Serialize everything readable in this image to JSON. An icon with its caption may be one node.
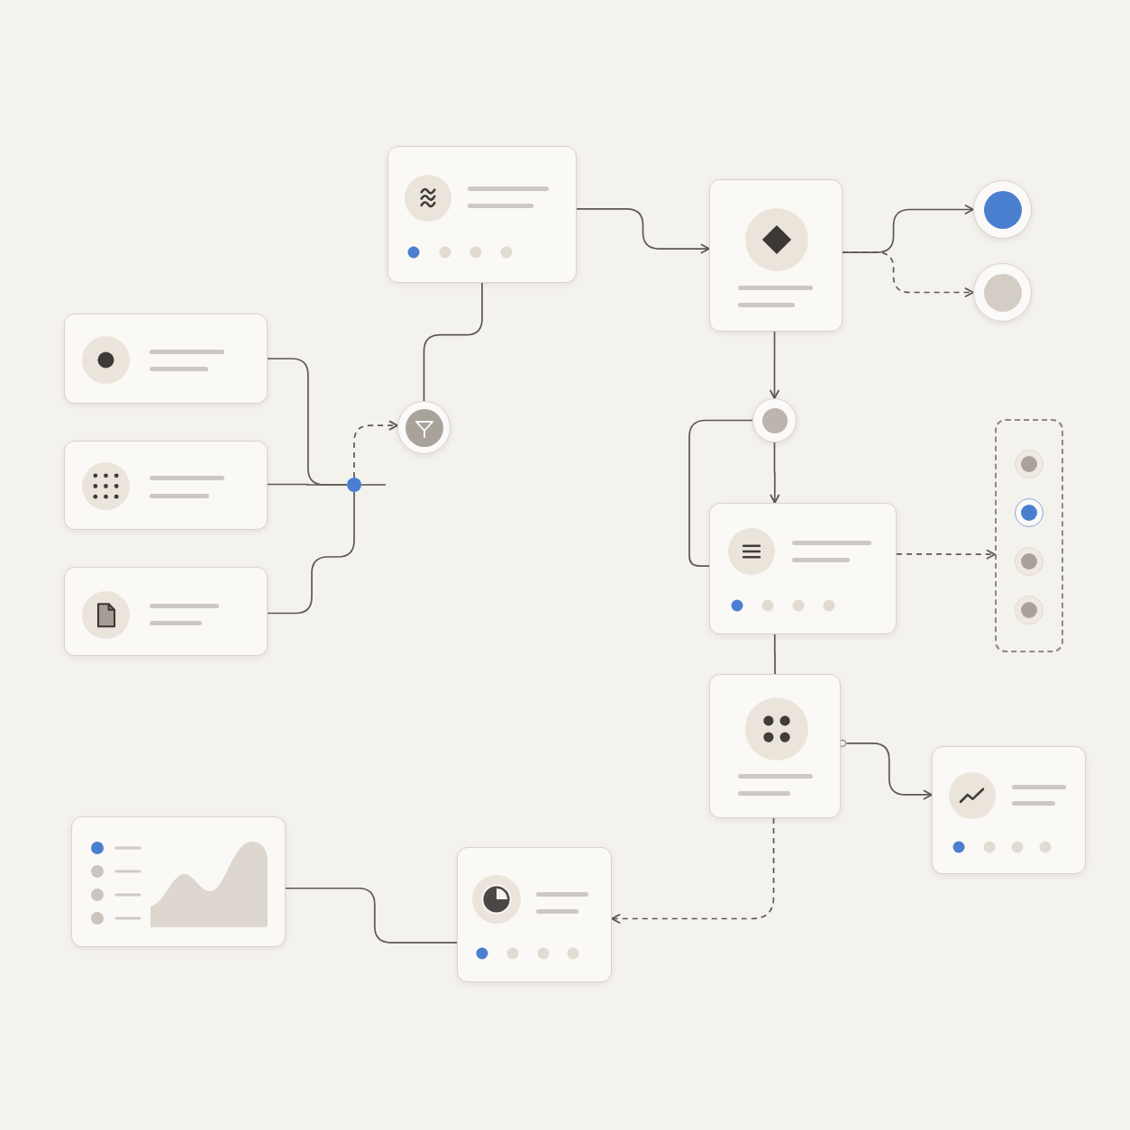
{
  "diagram": {
    "nodes": [
      {
        "text": [],
        "shape": "box"
      },
      {
        "text": [],
        "shape": "box"
      },
      {
        "text": [],
        "shape": "circle"
      },
      {
        "text": [],
        "shape": "circle"
      },
      {
        "text": [],
        "shape": "box"
      },
      {
        "text": [],
        "shape": "box"
      },
      {
        "text": [],
        "shape": "box"
      },
      {
        "text": [],
        "shape": "circle"
      },
      {
        "text": [],
        "shape": "circle"
      },
      {
        "text": [],
        "shape": "circle"
      },
      {
        "text": [],
        "shape": "box"
      },
      {
        "text": [],
        "shape": "box"
      },
      {
        "text": [],
        "shape": "circle",
        "in": 11
      },
      {
        "text": [],
        "shape": "circle",
        "in": 11
      },
      {
        "text": [],
        "shape": "circle",
        "in": 11
      },
      {
        "text": [],
        "shape": "circle",
        "in": 11
      },
      {
        "text": [],
        "shape": "box"
      },
      {
        "text": [],
        "shape": "box"
      },
      {
        "text": [],
        "shape": "box"
      },
      {
        "text": [],
        "shape": "box"
      }
    ],
    "edges": [
      {
        "from": 0,
        "to": 1,
        "arrow": "to"
      },
      {
        "from": 1,
        "to": 2,
        "arrow": "to"
      },
      {
        "from": 1,
        "to": 3,
        "arrow": "to",
        "style": "dashed"
      },
      {
        "from": 0,
        "to": 8,
        "arrow": "none"
      },
      {
        "from": 4,
        "to": 7,
        "arrow": "none"
      },
      {
        "from": 5,
        "to": 7,
        "arrow": "none"
      },
      {
        "from": 6,
        "to": 7,
        "arrow": "none"
      },
      {
        "from": 7,
        "to": 8,
        "arrow": "to",
        "style": "dashed"
      },
      {
        "from": 1,
        "to": 9,
        "arrow": "to"
      },
      {
        "from": 9,
        "to": 10,
        "arrow": "to"
      },
      {
        "from": 9,
        "to": 10,
        "arrow": "none"
      },
      {
        "from": 10,
        "to": 11,
        "arrow": "to",
        "style": "dashed"
      },
      {
        "from": 10,
        "to": 16,
        "arrow": "none"
      },
      {
        "from": 16,
        "to": 17,
        "arrow": "to"
      },
      {
        "from": 16,
        "to": 18,
        "arrow": "to",
        "style": "dashed"
      },
      {
        "from": 18,
        "to": 19,
        "arrow": "none"
      }
    ]
  }
}
